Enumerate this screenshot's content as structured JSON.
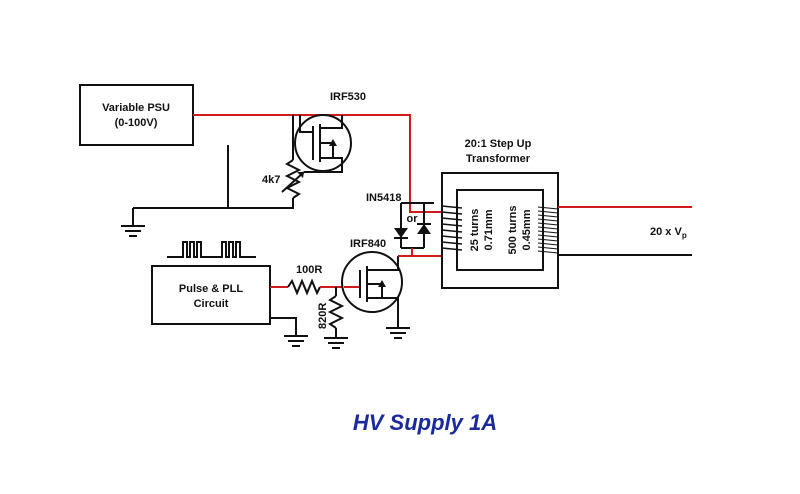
{
  "title": "HV Supply 1A",
  "components": {
    "psu_line1": "Variable PSU",
    "psu_line2": "(0-100V)",
    "pulse_line1": "Pulse & PLL",
    "pulse_line2": "Circuit",
    "mosfet_top": "IRF530",
    "mosfet_bottom": "IRF840",
    "pot": "4k7",
    "r_series": "100R",
    "r_pulldown": "820R",
    "diode": "IN5418",
    "or_label": "or",
    "transformer_line1": "20:1 Step Up",
    "transformer_line2": "Transformer",
    "primary_line1": "25 turns",
    "primary_line2": "0.71mm",
    "secondary_line1": "500 turns",
    "secondary_line2": "0.45mm",
    "output_main": "20 x V",
    "output_sub": "p"
  },
  "colors": {
    "wire_black": "#111111",
    "wire_red": "#d11a1a",
    "title": "#1a2a9c"
  }
}
